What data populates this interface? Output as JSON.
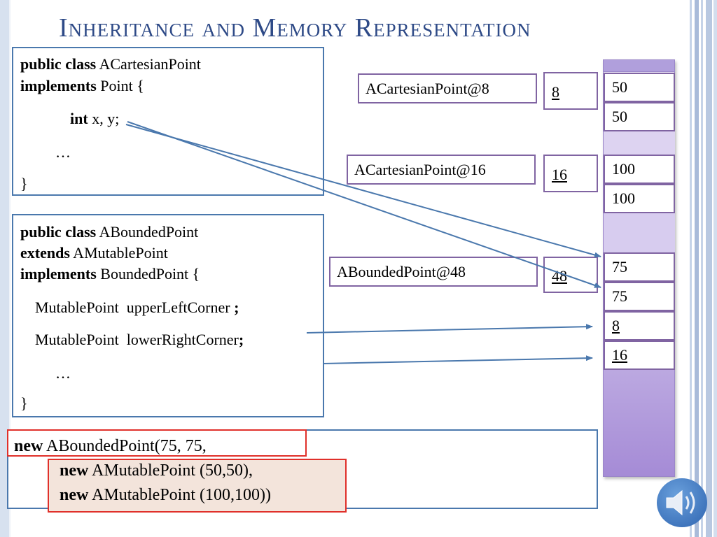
{
  "title": "Inheritance and Memory Representation",
  "class1": {
    "line1_kw": "public class",
    "line1_rest": " ACartesianPoint",
    "line2_kw": "implements",
    "line2_rest": " Point {",
    "line3_kw": "int",
    "line3_rest": " x, y;",
    "line4": "…",
    "line5": "}"
  },
  "class2": {
    "line1_kw": "public class",
    "line1_rest": " ABoundedPoint",
    "line2_kw": "extends",
    "line2_rest": " AMutablePoint",
    "line3_kw": "implements",
    "line3_rest": " BoundedPoint {",
    "line4_rest": "MutablePoint  upperLeftCorner ",
    "line4_kw": ";",
    "line5_rest": "MutablePoint  lowerRightCorner",
    "line5_kw": ";",
    "line6": "…",
    "line7": "}"
  },
  "objects": [
    {
      "label": "ACartesianPoint@8",
      "address": "8"
    },
    {
      "label": "ACartesianPoint@16",
      "address": "16"
    },
    {
      "label": "ABoundedPoint@48",
      "address": "48"
    }
  ],
  "memory_cells": [
    "50",
    "50",
    "100",
    "100",
    "75",
    "75",
    "8",
    "16"
  ],
  "code_expr": {
    "l1_kw": "new",
    "l1_rest": " ABoundedPoint(75, 75,",
    "l2_kw": "new",
    "l2_rest": " AMutablePoint (50,50),",
    "l3_kw": "new",
    "l3_rest": " AMutablePoint (100,100))"
  },
  "colors": {
    "title": "#2e4a87",
    "code_border": "#4a78ad",
    "object_border": "#8064a2",
    "arrow": "#4a78ad",
    "highlight_border": "#e0302a",
    "memory_column": "#b9a6e2"
  },
  "icons": [
    "speaker-icon"
  ]
}
